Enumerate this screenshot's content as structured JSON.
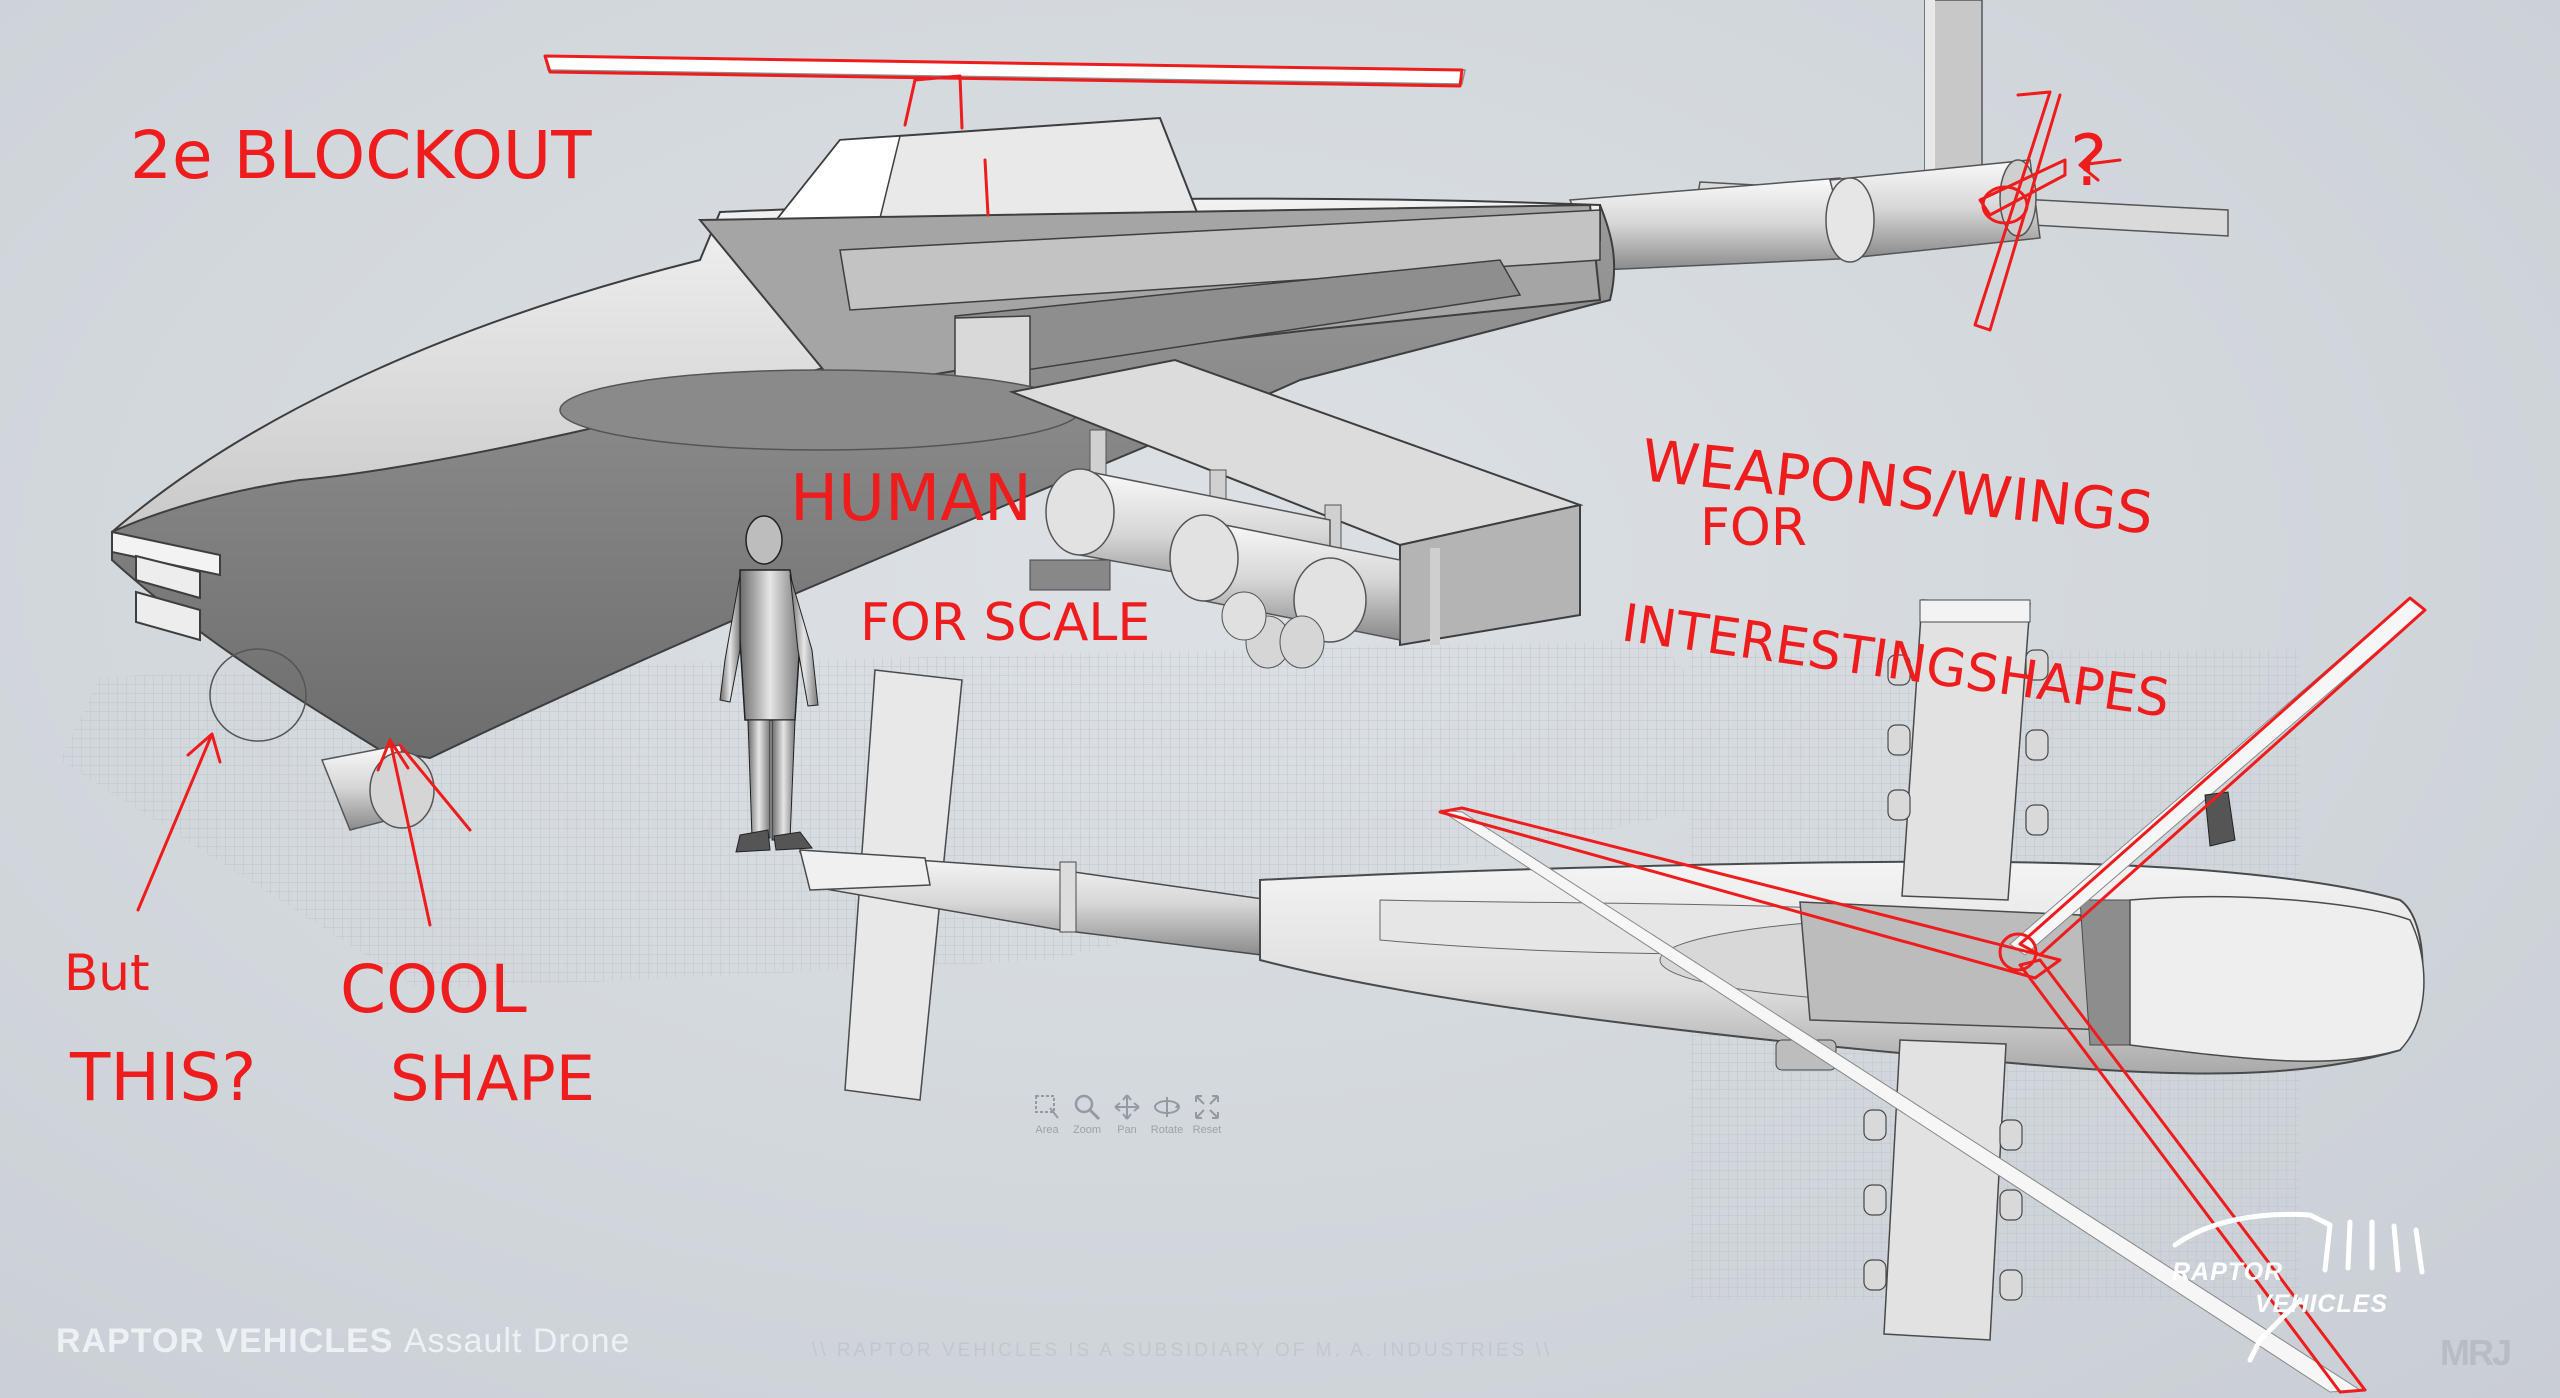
{
  "annotations": {
    "block_out": "2e BLOCKOUT",
    "question_top": "?",
    "human_line1": "HUMAN",
    "human_line2": "FOR SCALE",
    "weapons_line1": "WEAPONS/WINGS",
    "weapons_line2": "FOR",
    "weapons_line3": "INTERESTINGSHAPES",
    "but_line1": "But",
    "but_line2": "THIS?",
    "cool_line1": "COOL",
    "cool_line2": "SHAPE"
  },
  "toolbar": {
    "items": [
      {
        "label": "Area",
        "icon": "area-select-icon"
      },
      {
        "label": "Zoom",
        "icon": "zoom-icon"
      },
      {
        "label": "Pan",
        "icon": "pan-icon"
      },
      {
        "label": "Rotate",
        "icon": "rotate-icon"
      },
      {
        "label": "Reset",
        "icon": "reset-icon"
      }
    ]
  },
  "footer": {
    "title_bold": "RAPTOR VEHICLES",
    "title_light": "Assault Drone",
    "subtitle": "\\\\ RAPTOR VEHICLES IS A SUBSIDIARY OF M. A. INDUSTRIES \\\\"
  },
  "logo": {
    "line1": "RAPTOR",
    "line2": "VEHICLES",
    "watermark": "MRJ"
  }
}
